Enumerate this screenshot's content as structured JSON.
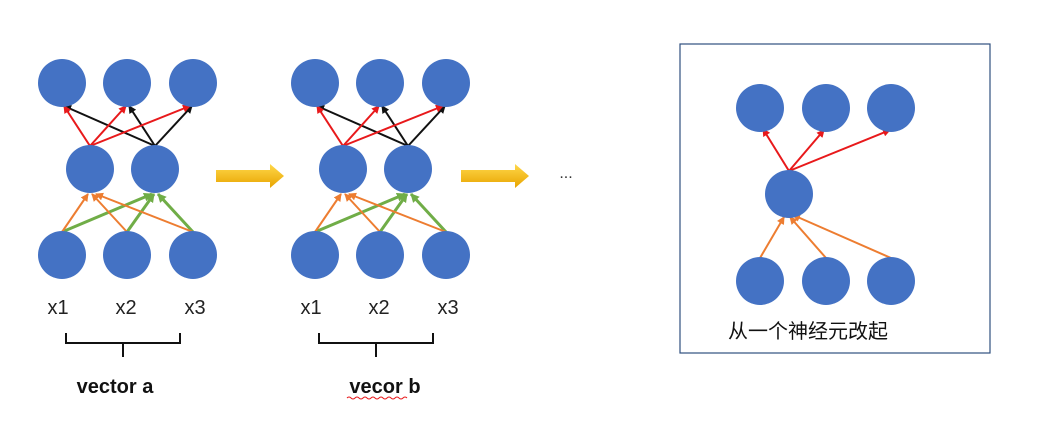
{
  "networks": [
    {
      "inputs": [
        "x1",
        "x2",
        "x3"
      ],
      "vector_label": "vector a"
    },
    {
      "inputs": [
        "x1",
        "x2",
        "x3"
      ],
      "vector_label": "vecor b"
    }
  ],
  "ellipsis": "...",
  "inset": {
    "caption": "从一个神经元改起"
  },
  "colors": {
    "node": "#4472C4",
    "arrow_red": "#E8191B",
    "arrow_black": "#111111",
    "arrow_orange": "#ED7D31",
    "arrow_green": "#70AD47",
    "flow_arrow": "#F5B800",
    "inset_border": "#2F4F7F"
  }
}
